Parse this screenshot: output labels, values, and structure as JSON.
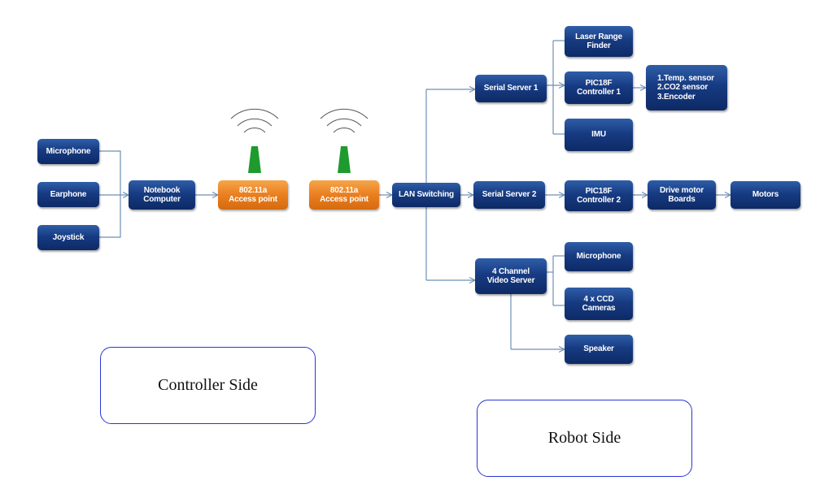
{
  "colors": {
    "node_blue": "#173b82",
    "access_point_orange": "#ea7f1f",
    "antenna_green": "#1f9a2e",
    "connector": "#6d8fb5",
    "side_box_border": "#2a36d6"
  },
  "nodes": {
    "microphone_left": "Microphone",
    "earphone": "Earphone",
    "joystick": "Joystick",
    "notebook": "Notebook\nComputer",
    "ap_controller": "802.11a\nAccess point",
    "ap_robot": "802.11a\nAccess point",
    "lan_switching": "LAN Switching",
    "serial_server_1": "Serial Server 1",
    "laser_range_finder": "Laser Range\nFinder",
    "pic_controller_1": "PIC18F\nController 1",
    "sensors": "1.Temp. sensor\n2.CO2 sensor\n3.Encoder",
    "imu": "IMU",
    "serial_server_2": "Serial Server 2",
    "pic_controller_2": "PIC18F\nController 2",
    "drive_motor_boards": "Drive motor\nBoards",
    "motors": "Motors",
    "video_server": "4 Channel\nVideo Server",
    "microphone_right": "Microphone",
    "ccd_cameras": "4 x CCD\nCameras",
    "speaker": "Speaker"
  },
  "labels": {
    "controller_side": "Controller Side",
    "robot_side": "Robot Side"
  }
}
